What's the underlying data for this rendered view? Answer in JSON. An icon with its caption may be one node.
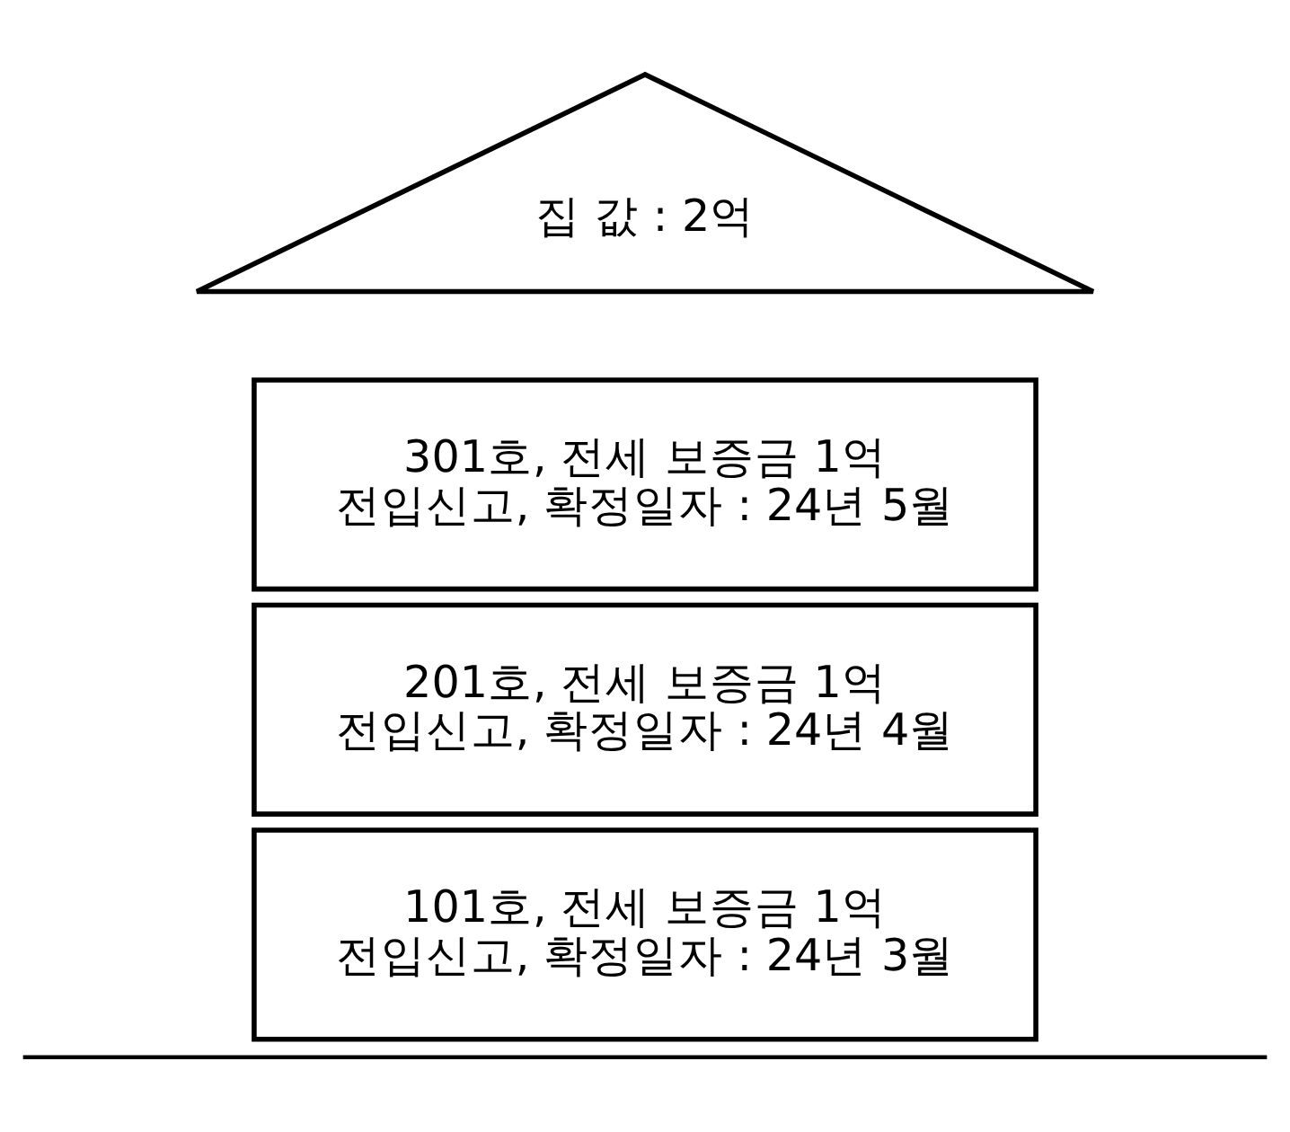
{
  "diagram": {
    "nodes": [
      {
        "text": [
          "집 값 : 2억"
        ]
      },
      {
        "text": [
          "301호, 전세 보증금 1억",
          "전입신고, 확정일자 : 24년 5월"
        ]
      },
      {
        "text": [
          "201호, 전세 보증금 1억",
          "전입신고, 확정일자 : 24년 4월"
        ]
      },
      {
        "text": [
          "101호, 전세 보증금 1억",
          "전입신고, 확정일자 : 24년 3월"
        ]
      }
    ]
  }
}
